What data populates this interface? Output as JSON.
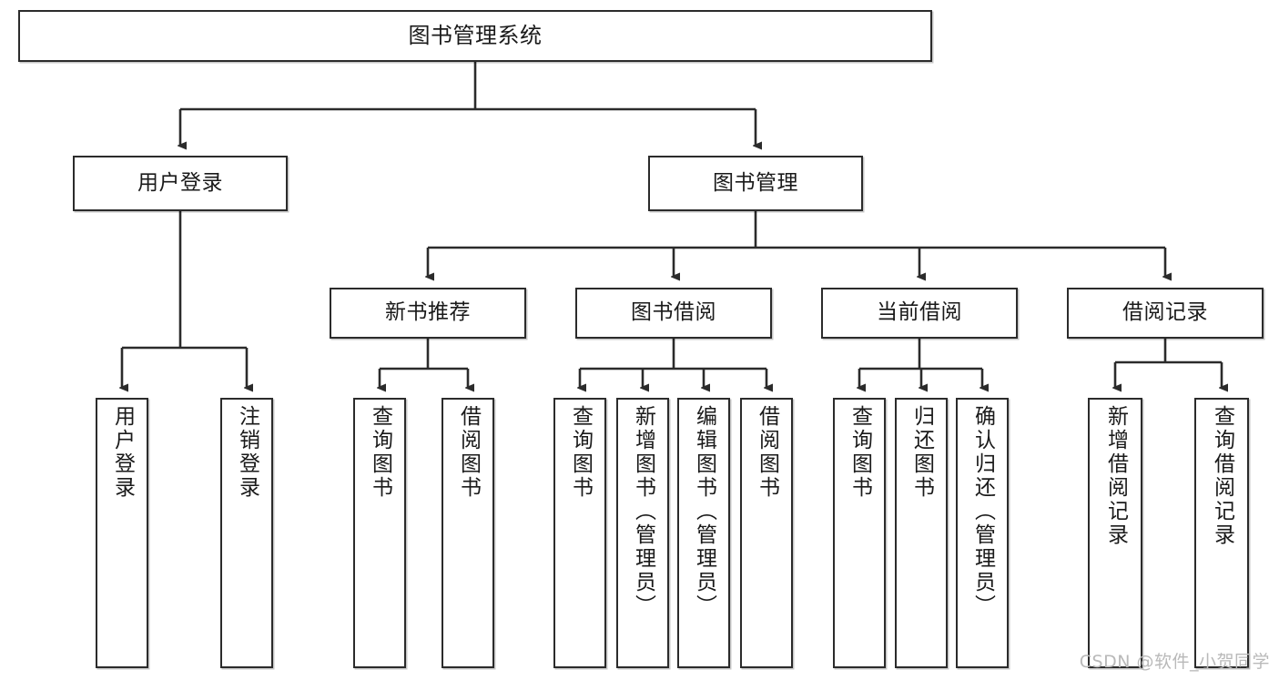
{
  "diagram": {
    "title": "图书管理系统",
    "type": "tree",
    "watermark": "CSDN @软件_小贺同学",
    "colors": {
      "border": "#2b2b2b",
      "fill": "#ffffff",
      "text": "#1a1a1a",
      "connector": "#2b2b2b",
      "watermark": "#b9b9b9"
    },
    "root": {
      "label": "图书管理系统"
    },
    "level2": [
      {
        "label": "用户登录"
      },
      {
        "label": "图书管理"
      }
    ],
    "level3": [
      {
        "label": "新书推荐"
      },
      {
        "label": "图书借阅"
      },
      {
        "label": "当前借阅"
      },
      {
        "label": "借阅记录"
      }
    ],
    "leaves": {
      "user_login": [
        {
          "label": "用户登录"
        },
        {
          "label": "注销登录"
        }
      ],
      "new_book_recommend": [
        {
          "label": "查询图书"
        },
        {
          "label": "借阅图书"
        }
      ],
      "book_borrow": [
        {
          "label": "查询图书"
        },
        {
          "label": "新增图书（管理员）"
        },
        {
          "label": "编辑图书（管理员）"
        },
        {
          "label": "借阅图书"
        }
      ],
      "current_borrow": [
        {
          "label": "查询图书"
        },
        {
          "label": "归还图书"
        },
        {
          "label": "确认归还（管理员）"
        }
      ],
      "borrow_record": [
        {
          "label": "新增借阅记录"
        },
        {
          "label": "查询借阅记录"
        }
      ]
    }
  }
}
